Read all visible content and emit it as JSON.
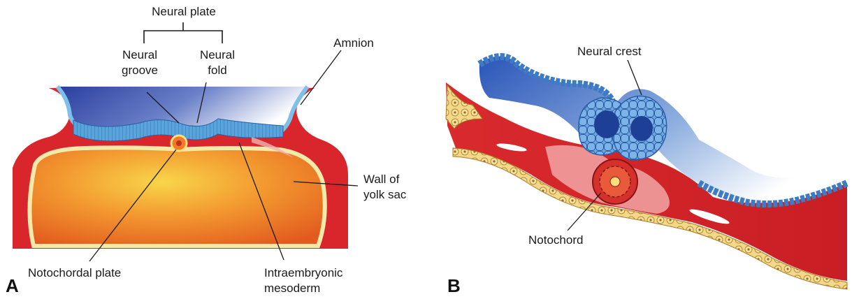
{
  "figure": {
    "panel_a": {
      "letter": "A",
      "labels": {
        "neural_plate": "Neural plate",
        "neural_groove_1": "Neural",
        "neural_groove_2": "groove",
        "neural_fold_1": "Neural",
        "neural_fold_2": "fold",
        "amnion": "Amnion",
        "wall_yolk_1": "Wall of",
        "wall_yolk_2": "yolk sac",
        "notochordal_plate": "Notochordal plate",
        "intraembryonic_1": "Intraembryonic",
        "intraembryonic_2": "mesoderm"
      }
    },
    "panel_b": {
      "letter": "B",
      "labels": {
        "neural_crest": "Neural crest",
        "notochord": "Notochord"
      }
    },
    "colors": {
      "mesoderm_red": "#d8262c",
      "yolk_orange": "#f08a2a",
      "yolk_yellow": "#f6d04a",
      "amnion_blue": "#2f4fa8",
      "ectoderm_blue": "#5aa4dc",
      "endoderm_yellow": "#f2dc86"
    }
  }
}
